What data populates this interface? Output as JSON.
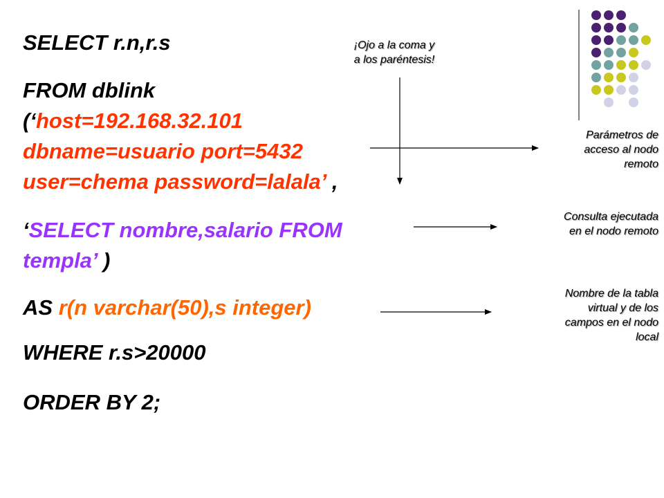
{
  "sql": {
    "line1": "SELECT r.n,r.s",
    "line2": "FROM dblink",
    "line3_open": "(‘",
    "line3_rest": "host=192.168.32.101",
    "line4": "dbname=usuario port=5432",
    "line5_text": "user=chema password=lalala’",
    "line5_comma": " ,",
    "line6_open": "‘",
    "line6_rest": "SELECT nombre,salario FROM",
    "line7_text": "templa’",
    "line7_close": " )",
    "line8_as": "AS ",
    "line8_rest": "r(n varchar(50),s integer)",
    "line9": "WHERE r.s>20000",
    "line10": "ORDER BY 2;"
  },
  "notes": {
    "comma_warning": [
      "¡Ojo a la coma y",
      "a los paréntesis!"
    ],
    "access_params": [
      "Parámetros de",
      "acceso al nodo",
      "remoto"
    ],
    "remote_query": [
      "Consulta ejecutada",
      "en el nodo remoto"
    ],
    "virtual_table": [
      "Nombre de la tabla",
      "virtual  y de los",
      "campos en el nodo",
      "local"
    ]
  },
  "colors": {
    "keyword": "#000000",
    "connection": "#ff3300",
    "remote_query": "#9933ff",
    "alias": "#ff6600",
    "decor_purple": "#4b2070",
    "decor_teal": "#73a3a0",
    "decor_lime": "#c8c81e",
    "decor_lavender": "#d2d2e6"
  }
}
